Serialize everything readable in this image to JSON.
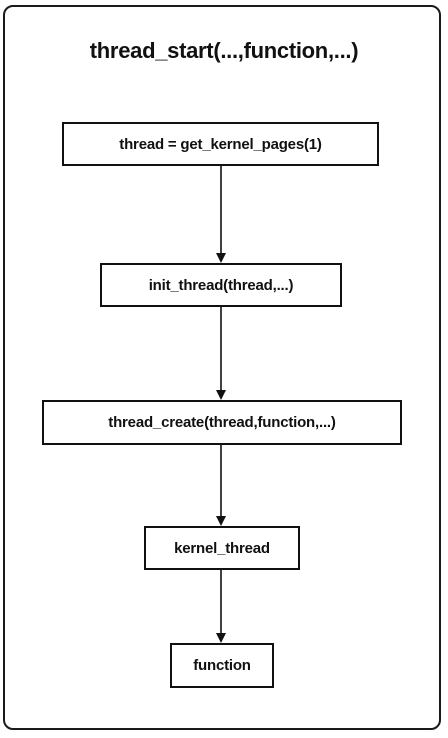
{
  "diagram": {
    "title": "thread_start(...,function,...)",
    "nodes": [
      {
        "id": "n1",
        "label": "thread = get_kernel_pages(1)"
      },
      {
        "id": "n2",
        "label": "init_thread(thread,...)"
      },
      {
        "id": "n3",
        "label": "thread_create(thread,function,...)"
      },
      {
        "id": "n4",
        "label": "kernel_thread"
      },
      {
        "id": "n5",
        "label": "function"
      }
    ],
    "edges": [
      {
        "from": "n1",
        "to": "n2"
      },
      {
        "from": "n2",
        "to": "n3"
      },
      {
        "from": "n3",
        "to": "n4"
      },
      {
        "from": "n4",
        "to": "n5"
      }
    ],
    "colors": {
      "stroke": "#111111",
      "background": "#ffffff"
    }
  }
}
